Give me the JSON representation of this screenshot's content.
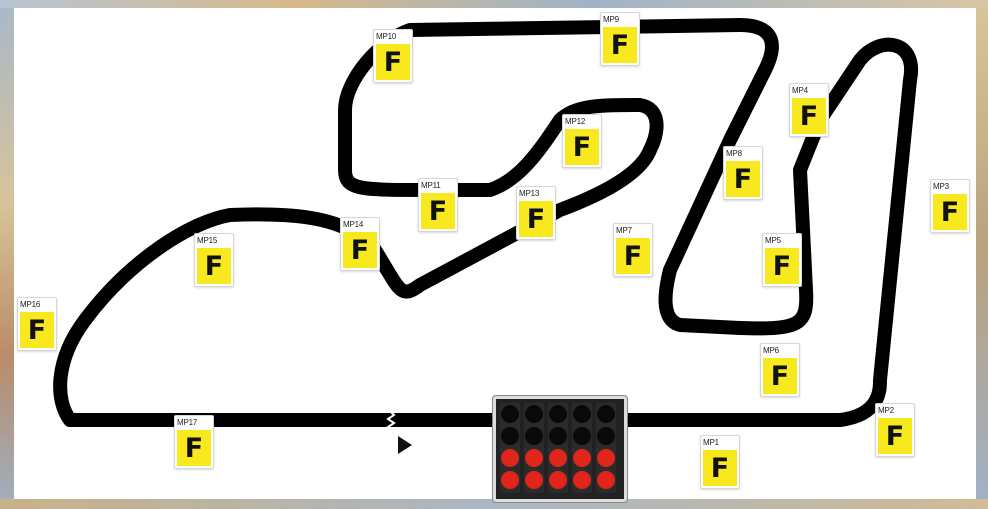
{
  "colors": {
    "track": "#000000",
    "flag_yellow": "#f7e91e",
    "light_off": "#0a0a0a",
    "light_red": "#e0261a"
  },
  "marshal_posts": [
    {
      "id": "MP1",
      "flag": "F"
    },
    {
      "id": "MP2",
      "flag": "F"
    },
    {
      "id": "MP3",
      "flag": "F"
    },
    {
      "id": "MP4",
      "flag": "F"
    },
    {
      "id": "MP5",
      "flag": "F"
    },
    {
      "id": "MP6",
      "flag": "F"
    },
    {
      "id": "MP7",
      "flag": "F"
    },
    {
      "id": "MP8",
      "flag": "F"
    },
    {
      "id": "MP9",
      "flag": "F"
    },
    {
      "id": "MP10",
      "flag": "F"
    },
    {
      "id": "MP11",
      "flag": "F"
    },
    {
      "id": "MP12",
      "flag": "F"
    },
    {
      "id": "MP13",
      "flag": "F"
    },
    {
      "id": "MP14",
      "flag": "F"
    },
    {
      "id": "MP15",
      "flag": "F"
    },
    {
      "id": "MP16",
      "flag": "F"
    },
    {
      "id": "MP17",
      "flag": "F"
    }
  ],
  "start_lights": {
    "columns": 5,
    "rows": [
      "off",
      "off",
      "red",
      "red"
    ]
  },
  "direction_icon": "play-arrow-icon"
}
